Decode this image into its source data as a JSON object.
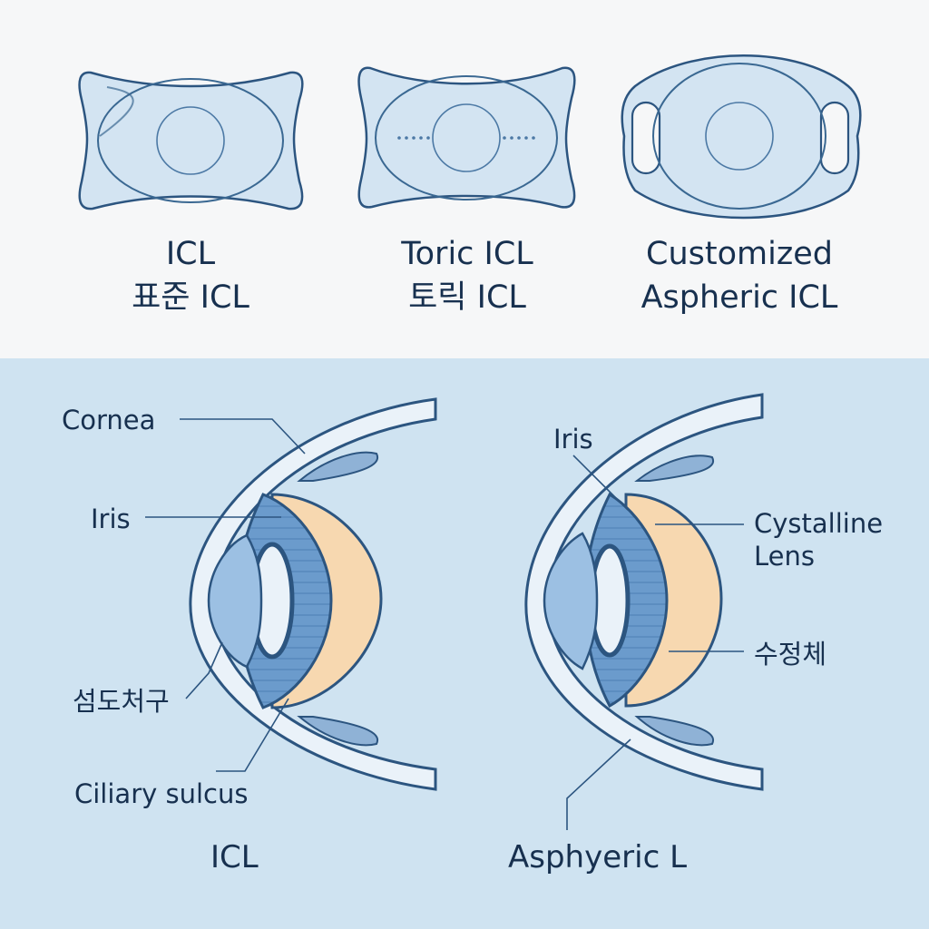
{
  "lens_types": [
    {
      "name": "ICL",
      "subtitle": "표준 ICL"
    },
    {
      "name": "Toric ICL",
      "subtitle": "토릭 ICL"
    },
    {
      "name": "Customized",
      "subtitle": "Aspheric ICL"
    }
  ],
  "left_diagram": {
    "labels": {
      "cornea": "Cornea",
      "iris": "Iris",
      "implant": "섬도처구",
      "ciliary_sulcus": "Ciliary sulcus"
    },
    "caption": "ICL"
  },
  "right_diagram": {
    "labels": {
      "iris": "Iris",
      "crystalline_lens": "Cystalline Lens",
      "crystalline_lens_line1": "Cystalline",
      "crystalline_lens_line2": "Lens",
      "lens_korean": "수정체"
    },
    "caption": "Asphyeric L"
  },
  "colors": {
    "outline": "#2c5580",
    "lens_fill": "#d3e4f2",
    "top_bg": "#f6f7f8",
    "bottom_bg": "#cfe3f1",
    "iris_fill": "#6b9bcc",
    "crystalline_fill": "#f7d8b0"
  }
}
